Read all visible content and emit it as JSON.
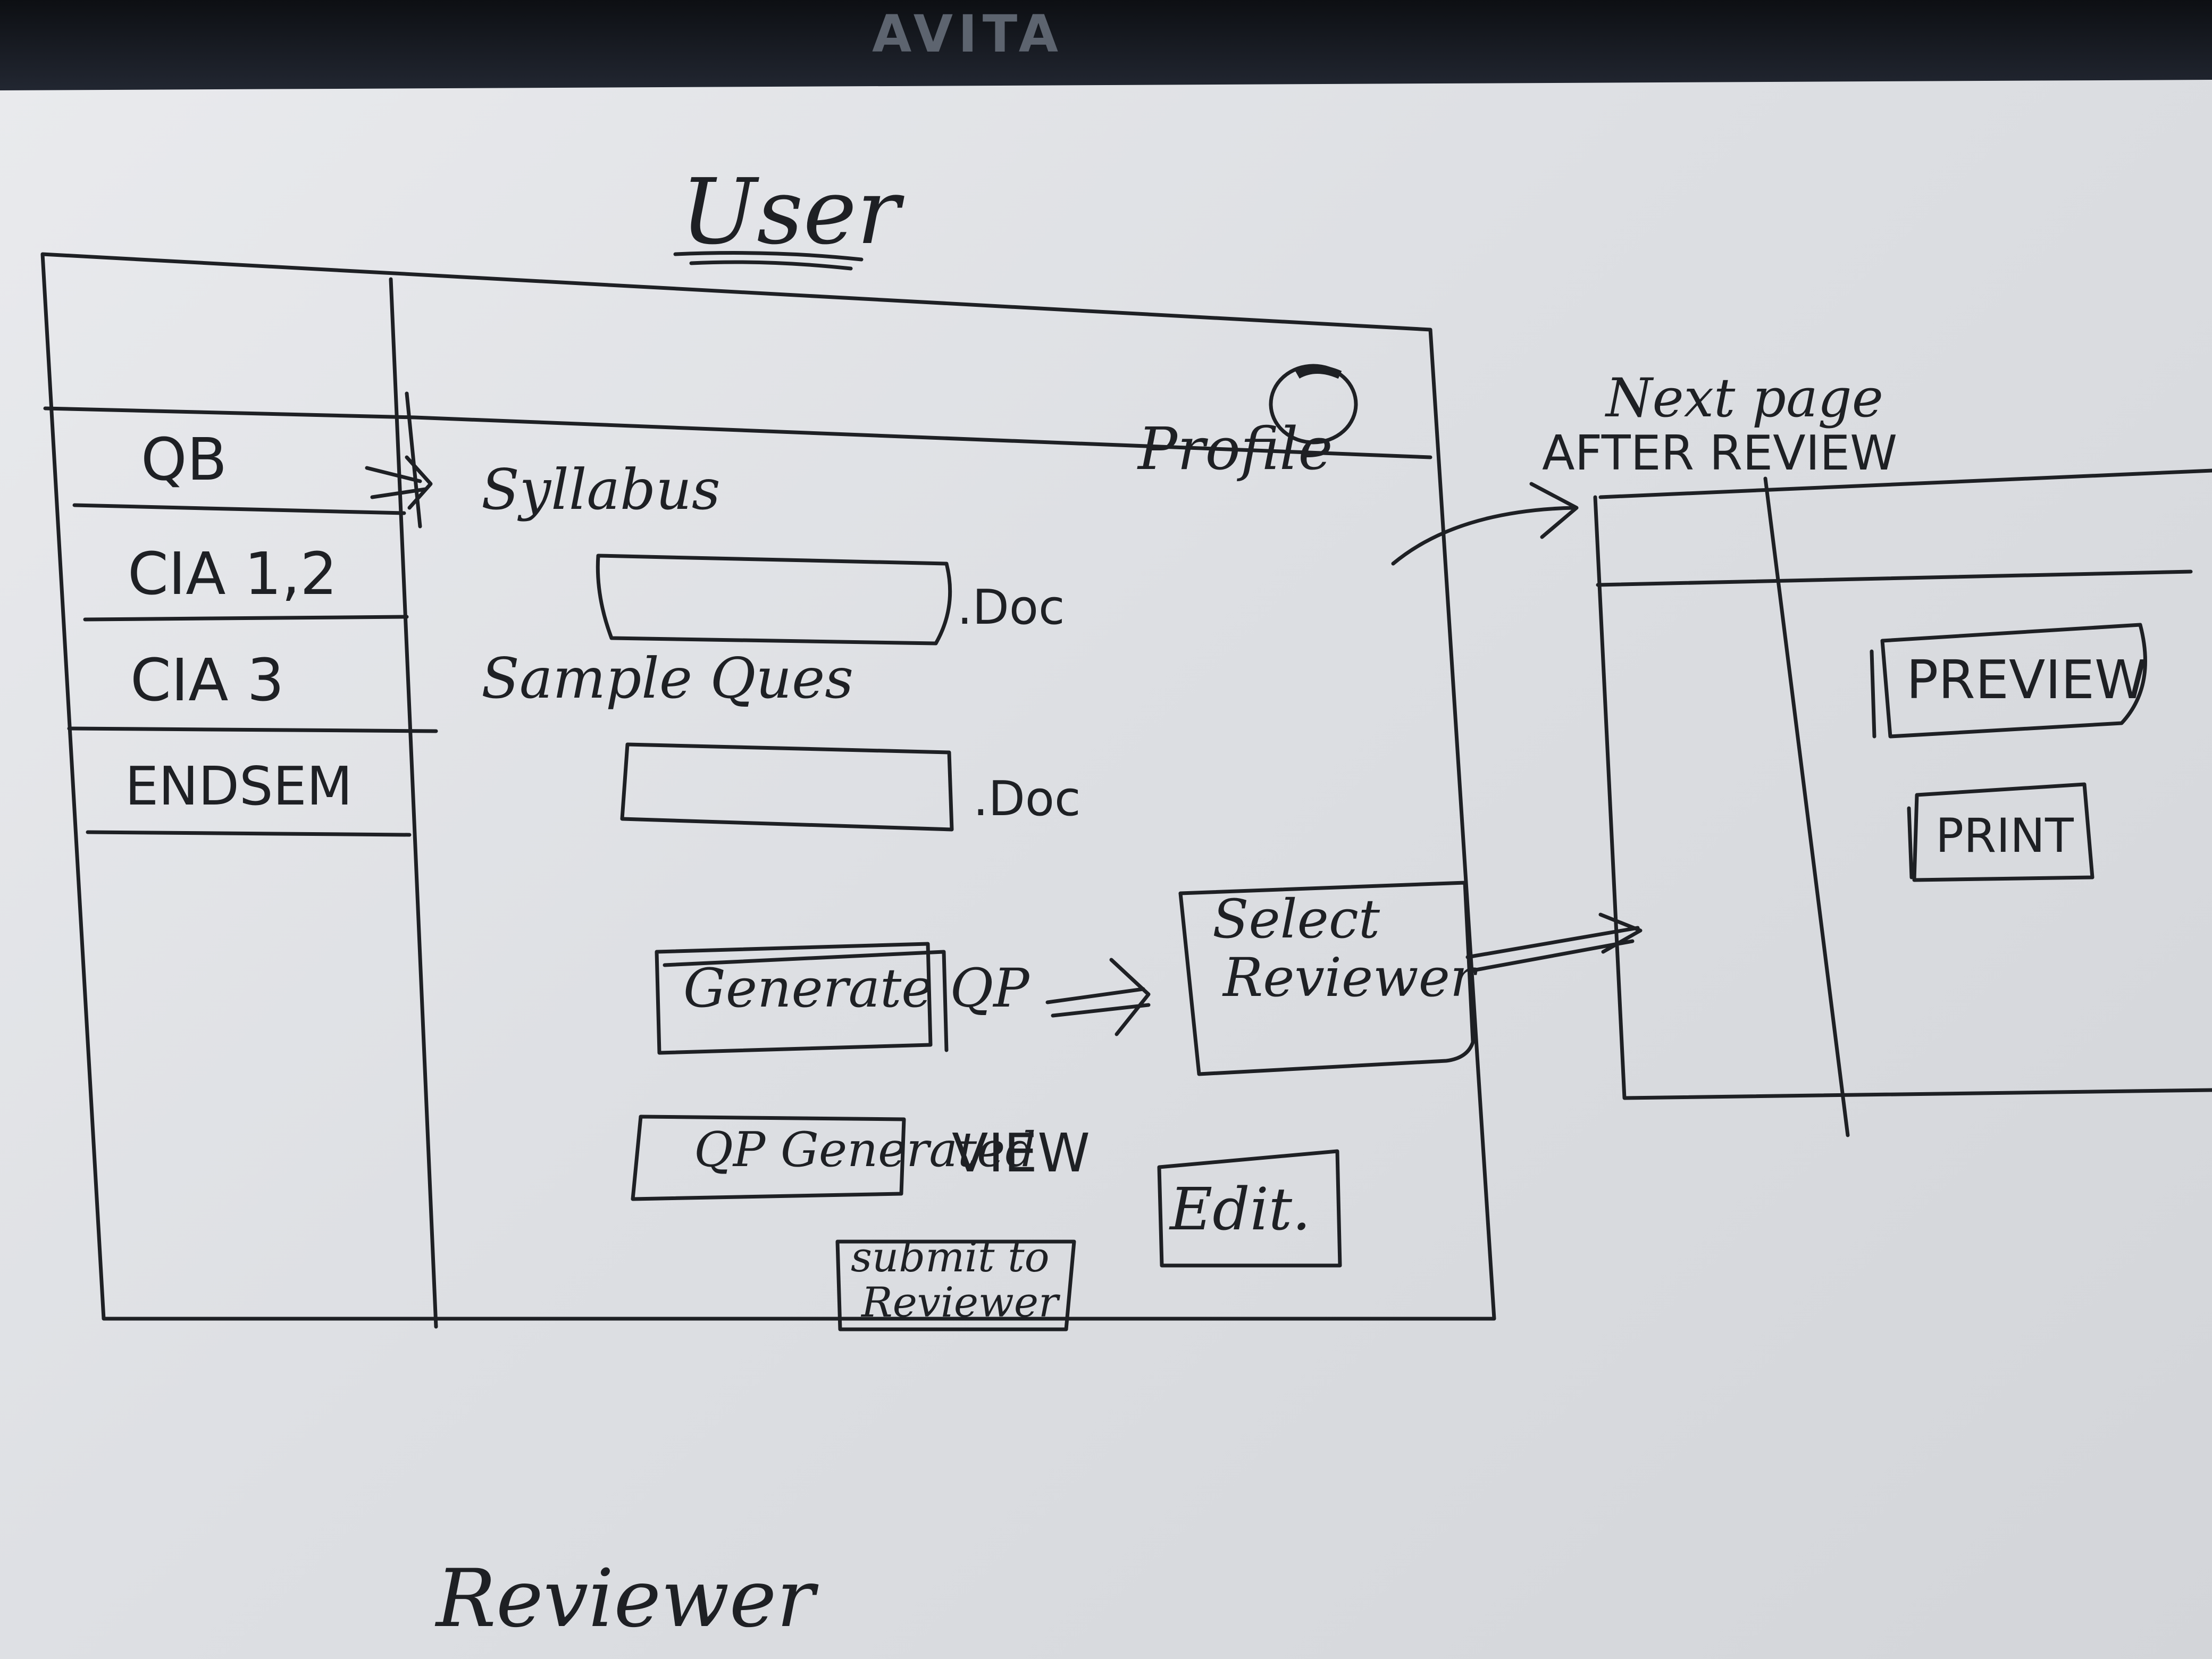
{
  "laptop_brand": "AVITA",
  "user_title": "User",
  "reviewer_title": "Reviewer",
  "main_window": {
    "profile_label": "Profile",
    "sidebar_items": [
      "QB",
      "CIA 1,2",
      "CIA 3",
      "ENDSEM"
    ],
    "syllabus_label": "Syllabus",
    "syllabus_ext": ".Doc",
    "sample_label": "Sample Ques",
    "sample_ext": ".Doc",
    "generate_button": "Generate QP",
    "qp_generated_label": "QP Generated",
    "view_label": "VIEW",
    "submit_button_line1": "submit to",
    "submit_button_line2": "Reviewer",
    "select_reviewer_line1": "Select",
    "select_reviewer_line2": "Reviewer",
    "edit_button": "Edit."
  },
  "next_page": {
    "caption_line1": "Next page",
    "caption_line2": "AFTER REVIEW",
    "preview_button": "PREVIEW",
    "print_button": "PRINT"
  }
}
